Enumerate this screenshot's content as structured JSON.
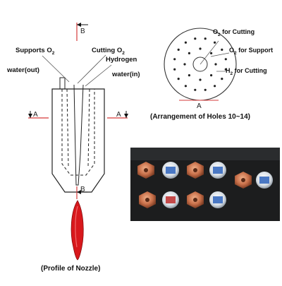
{
  "nozzle": {
    "supports_o2": {
      "text": "Supports O",
      "sub": "2"
    },
    "cutting_o2": {
      "text": "Cutting O",
      "sub": "2"
    },
    "hydrogen": "Hydrogen",
    "water_out": "water(out)",
    "water_in": "water(in)",
    "section_b": "B",
    "section_a": "A",
    "caption": "(Profile of Nozzle)"
  },
  "holes": {
    "o2_cutting": {
      "pre": "O",
      "sub": "2",
      "post": " for Cutting"
    },
    "o2_support": {
      "pre": "O",
      "sub": "2",
      "post": " for Support"
    },
    "h2_cutting": {
      "pre": "H",
      "sub": "2",
      "post": " for Cutting"
    },
    "section_a": "A",
    "caption": "(Arrangement of Holes 10~14)"
  },
  "colors": {
    "flame": "#d8181c",
    "section_line": "#d63a3a",
    "copper": "#c8704a",
    "photo_bg": "#1c1d1e"
  }
}
